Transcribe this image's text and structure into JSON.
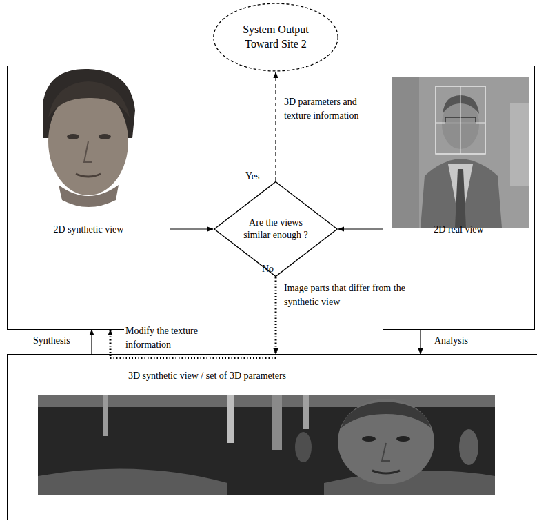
{
  "diagram": {
    "nodes": [
      {
        "text": [
          "System Output Toward Site 2"
        ]
      },
      {
        "text": [
          "2D synthetic view"
        ]
      },
      {
        "text": [
          "Are the views similar enough ?"
        ]
      },
      {
        "text": [
          "2D real view"
        ]
      },
      {
        "text": [
          "3D synthetic view / set of 3D parameters"
        ]
      }
    ],
    "edges": [
      {
        "from": 1,
        "to": 2,
        "arrow": "to"
      },
      {
        "from": 3,
        "to": 2,
        "arrow": "to"
      },
      {
        "from": 2,
        "to": 0,
        "label": "3D parameters and texture information",
        "arrow": "to"
      },
      {
        "from": 2,
        "to": 4,
        "label": "Image parts that differ from the synthetic view",
        "arrow": "to"
      },
      {
        "from": 4,
        "to": 1,
        "label": "Modify the texture information",
        "arrow": "to"
      },
      {
        "from": 3,
        "to": 4,
        "label": "Analysis",
        "arrow": "to"
      },
      {
        "from": 4,
        "to": 1,
        "label": "Synthesis",
        "arrow": "to"
      }
    ],
    "labels": [
      "Yes",
      "No"
    ]
  }
}
